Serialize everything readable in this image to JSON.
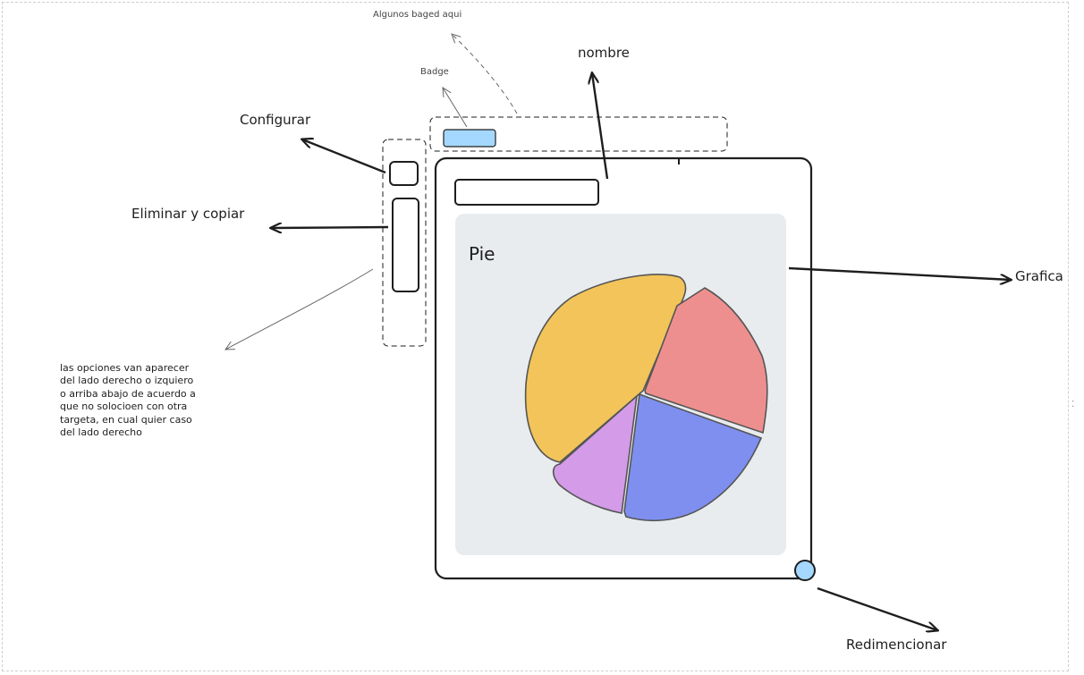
{
  "labels": {
    "badges_note": "Algunos baged aqui",
    "badge": "Badge",
    "nombre": "nombre",
    "configurar": "Configurar",
    "eliminar_copiar": "Eliminar y copiar",
    "grafica": "Grafica",
    "redimensionar": "Redimencionar"
  },
  "options_note": "las opciones van aparecer\ndel lado derecho o izquiero\no arriba abajo de acuerdo a\nque no solocioen con otra\ntargeta, en cual quier caso\ndel lado derecho",
  "colors": {
    "stroke": "#1e1e1e",
    "chart_bg": "#e9ecef",
    "badge_fill": "#a5d8ff",
    "handle_fill": "#a5d8ff",
    "slice_yellow": "#f2c45a",
    "slice_red": "#ee8f8f",
    "slice_blue": "#7f8ff0",
    "slice_purple": "#d39be8"
  },
  "chart_data": {
    "type": "pie",
    "title": "Pie",
    "slices": [
      {
        "color": "yellow",
        "share": 0.375
      },
      {
        "color": "red",
        "share": 0.235
      },
      {
        "color": "blue",
        "share": 0.26
      },
      {
        "color": "purple",
        "share": 0.13
      }
    ]
  }
}
